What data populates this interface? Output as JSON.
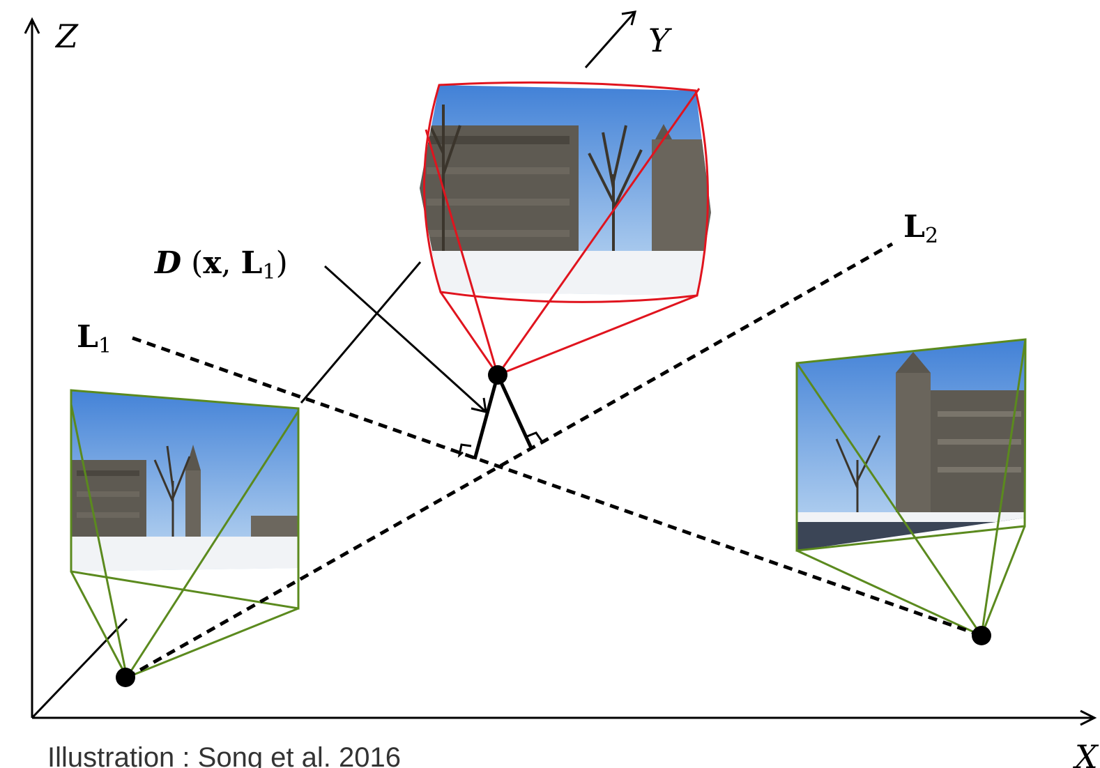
{
  "axes": {
    "x_label": "X",
    "y_label": "Y",
    "z_label": "Z"
  },
  "lines": {
    "l1_main": "L",
    "l1_sub": "1",
    "l2_main": "L",
    "l2_sub": "2"
  },
  "distance_label": {
    "func": "D",
    "open": " (",
    "x": "x",
    "comma": ", ",
    "l": "L",
    "sub": "1",
    "close": ")"
  },
  "caption": "Illustration : Song et al. 2016",
  "colors": {
    "axis": "#000000",
    "center_camera": "#e0141e",
    "side_cameras": "#5b8a1e",
    "sky_top": "#3f7fd6",
    "sky_bottom": "#bcd8f2",
    "snow": "#f4f6f8",
    "building": "#5e5a52"
  }
}
